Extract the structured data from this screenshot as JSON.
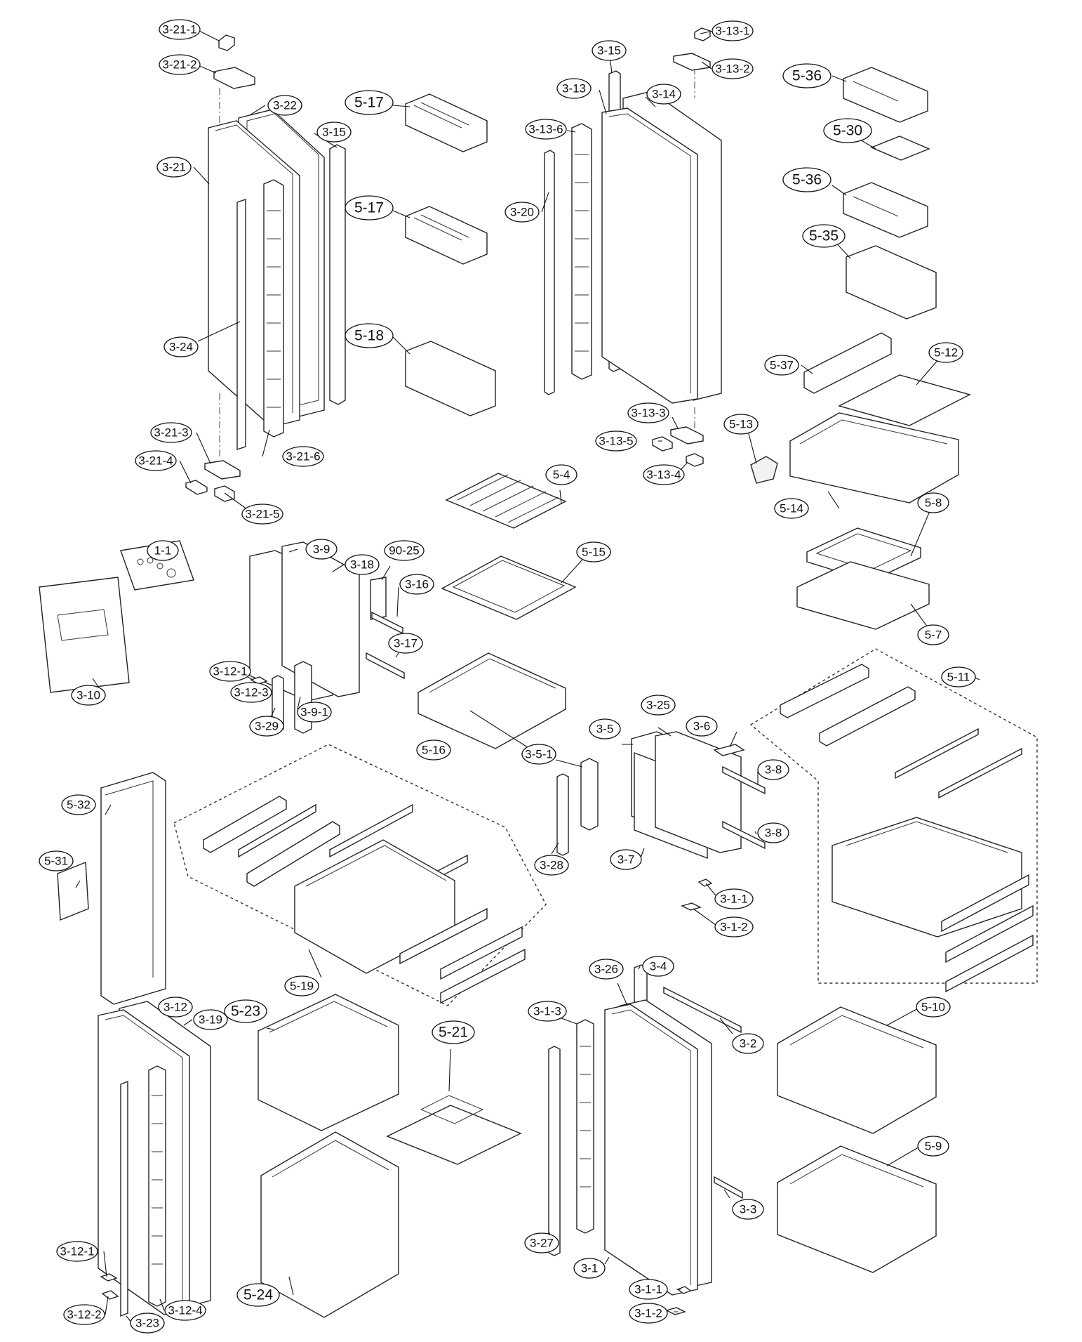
{
  "labels": {
    "l3_21_1": "3-21-1",
    "l3_21_2": "3-21-2",
    "l3_22": "3-22",
    "l3_15a": "3-15",
    "l3_21": "3-21",
    "l3_24": "3-24",
    "l3_21_3": "3-21-3",
    "l3_21_4": "3-21-4",
    "l3_21_5": "3-21-5",
    "l3_21_6": "3-21-6",
    "l5_17a": "5-17",
    "l5_17b": "5-17",
    "l5_18": "5-18",
    "l3_15b": "3-15",
    "l3_13": "3-13",
    "l3_14": "3-14",
    "l3_13_6": "3-13-6",
    "l3_20": "3-20",
    "l3_13_1": "3-13-1",
    "l3_13_2": "3-13-2",
    "l3_13_3": "3-13-3",
    "l3_13_5": "3-13-5",
    "l3_13_4": "3-13-4",
    "l5_36a": "5-36",
    "l5_30": "5-30",
    "l5_36b": "5-36",
    "l5_35": "5-35",
    "l5_37": "5-37",
    "l5_12": "5-12",
    "l5_13": "5-13",
    "l5_14": "5-14",
    "l5_4": "5-4",
    "l5_15": "5-15",
    "l5_8": "5-8",
    "l5_7": "5-7",
    "l1_1": "1-1",
    "l3_10": "3-10",
    "l3_9": "3-9",
    "l3_18": "3-18",
    "l90_25": "90-25",
    "l3_16": "3-16",
    "l3_17": "3-17",
    "l3_12_1a": "3-12-1",
    "l3_12_3": "3-12-3",
    "l3_29": "3-29",
    "l3_9_1": "3-9-1",
    "l5_16": "5-16",
    "l5_11": "5-11",
    "l3_25": "3-25",
    "l3_5": "3-5",
    "l3_6": "3-6",
    "l3_5_1": "3-5-1",
    "l3_8a": "3-8",
    "l3_8b": "3-8",
    "l3_28": "3-28",
    "l3_7": "3-7",
    "l3_1_1a": "3-1-1",
    "l3_1_2a": "3-1-2",
    "l5_32": "5-32",
    "l5_31": "5-31",
    "l5_19": "5-19",
    "l3_12": "3-12",
    "l3_19": "3-19",
    "l3_12_1b": "3-12-1",
    "l3_12_2": "3-12-2",
    "l3_23": "3-23",
    "l3_12_4": "3-12-4",
    "l5_23": "5-23",
    "l5_21": "5-21",
    "l5_24": "5-24",
    "l3_4": "3-4",
    "l3_26": "3-26",
    "l3_1_3": "3-1-3",
    "l3_2": "3-2",
    "l3_3": "3-3",
    "l3_27": "3-27",
    "l3_1": "3-1",
    "l3_1_1b": "3-1-1",
    "l3_1_2b": "3-1-2",
    "l5_10": "5-10",
    "l5_9": "5-9"
  }
}
